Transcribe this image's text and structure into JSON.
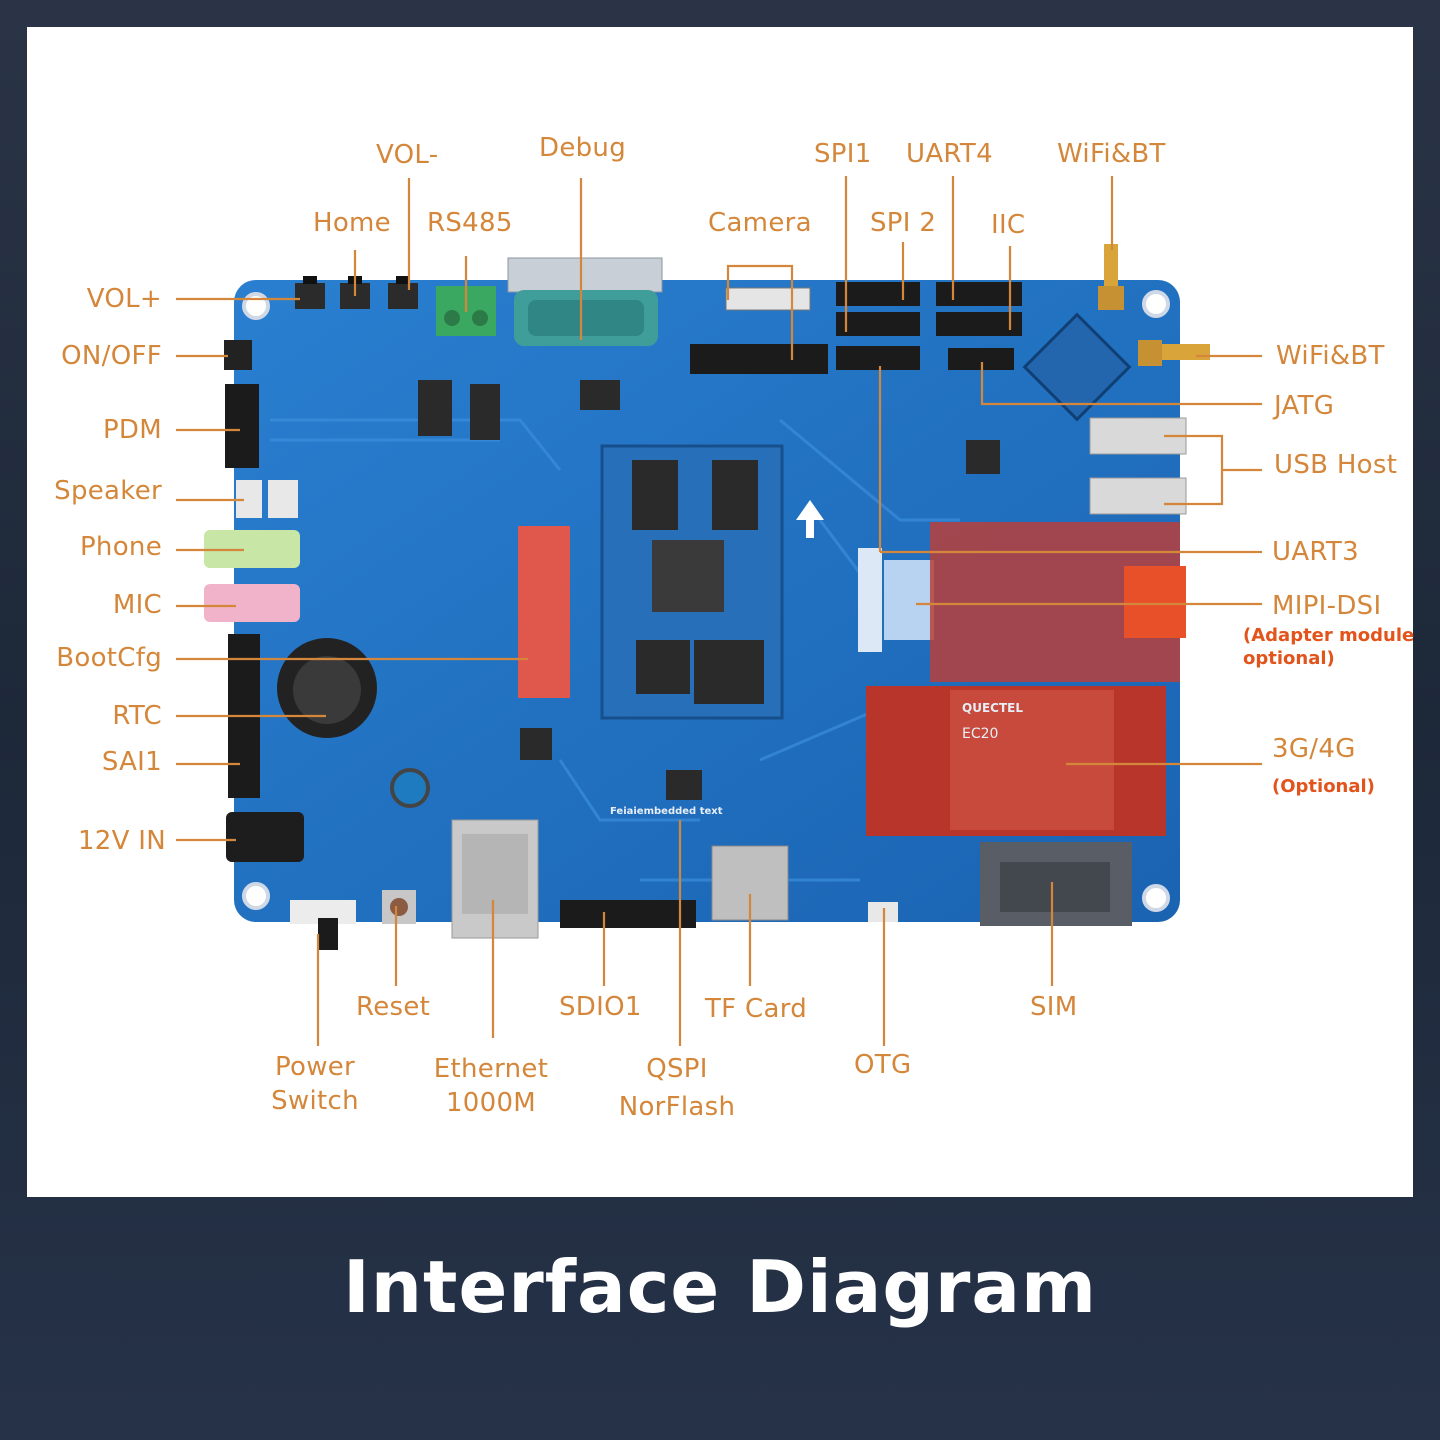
{
  "title": "Interface Diagram",
  "labels": {
    "vol_minus": "VOL-",
    "debug": "Debug",
    "spi1": "SPI1",
    "uart4": "UART4",
    "wifi_bt_top": "WiFi&BT",
    "home": "Home",
    "rs485": "RS485",
    "camera": "Camera",
    "spi2": "SPI 2",
    "iic": "IIC",
    "vol_plus": "VOL+",
    "on_off": "ON/OFF",
    "pdm": "PDM",
    "speaker": "Speaker",
    "phone": "Phone",
    "mic": "MIC",
    "bootcfg": "BootCfg",
    "rtc": "RTC",
    "sai1": "SAI1",
    "in_12v": "12V IN",
    "wifi_bt_right": "WiFi&BT",
    "jatg": "JATG",
    "usb_host": "USB Host",
    "uart3": "UART3",
    "mipi_dsi": "MIPI-DSI",
    "mipi_note": "(Adapter module\noptional)",
    "g34": "3G/4G",
    "g34_note": "(Optional)",
    "reset": "Reset",
    "sdio1": "SDIO1",
    "tf_card": "TF Card",
    "sim": "SIM",
    "power_switch": "Power\nSwitch",
    "ethernet": "Ethernet\n1000M",
    "qspi": "QSPI\nNorFlash",
    "otg": "OTG"
  },
  "board_text": {
    "silk_brand": "Feiaiembedded text",
    "module_label": "EC20",
    "module_brand": "QUECTEL"
  },
  "colors": {
    "label": "#d4873a",
    "note": "#e2541b",
    "board": "#1e6fc0",
    "leader": "#d4873a"
  }
}
